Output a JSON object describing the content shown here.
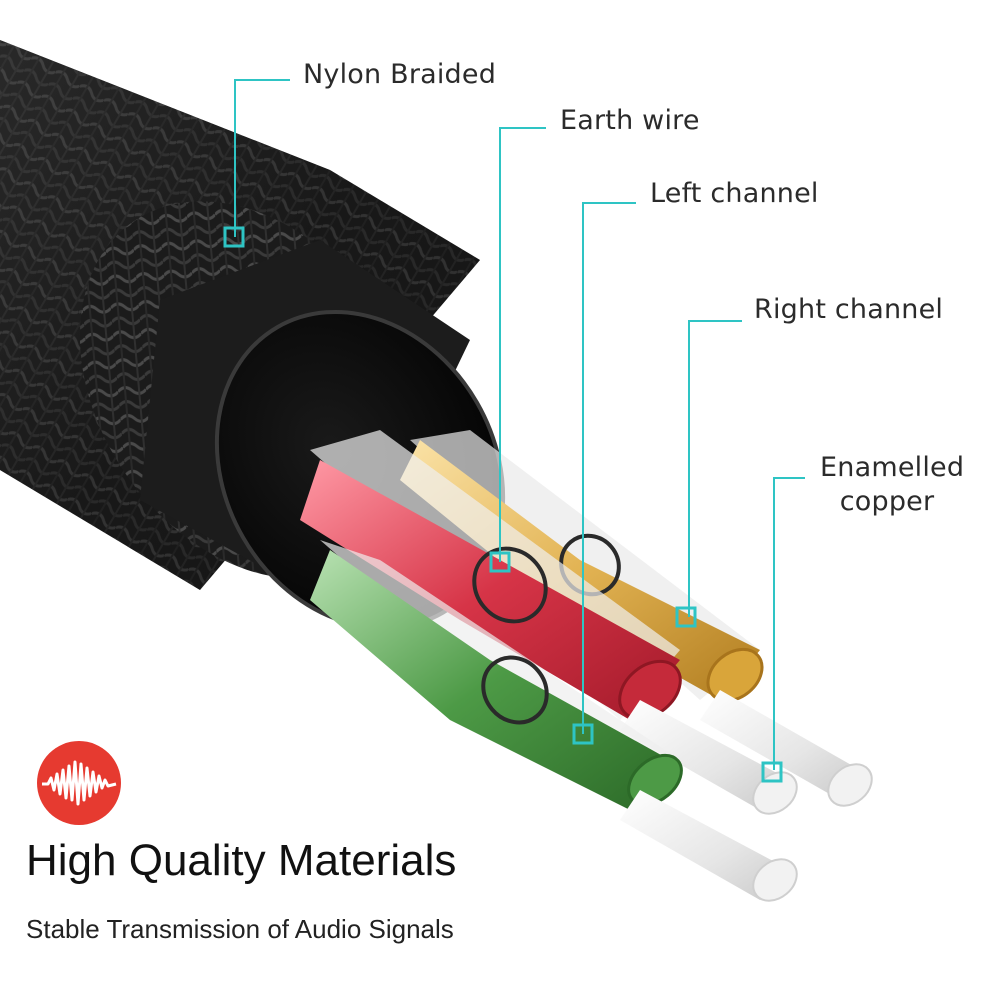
{
  "labels": {
    "nylon_braided": "Nylon Braided",
    "earth_wire": "Earth wire",
    "left_channel": "Left channel",
    "right_channel": "Right channel",
    "enamelled_line1": "Enamelled",
    "enamelled_line2": "copper"
  },
  "headline": "High Quality Materials",
  "subline": "Stable Transmission of Audio Signals",
  "colors": {
    "accent": "#2ec4c4",
    "badge": "#e63a30",
    "earth": "#d02c3a",
    "left": "#3d8f3a",
    "right": "#d9a53a"
  },
  "icons": {
    "badge": "sound-wave-icon"
  }
}
